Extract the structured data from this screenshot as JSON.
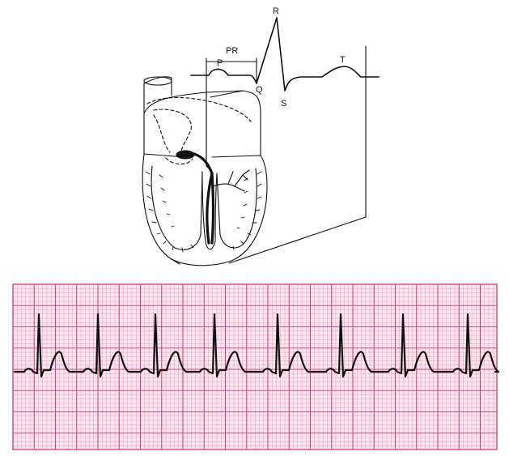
{
  "waveform_labels": {
    "p": "P",
    "pr": "PR",
    "q": "Q",
    "r": "R",
    "s": "S",
    "t": "T"
  },
  "ecg_strip": {
    "grid_color_major": "#d4487c",
    "grid_color_minor": "#ea9cbd",
    "background_color": "#fbe6ef",
    "trace_color": "#111111",
    "beat_count": 8
  },
  "colors": {
    "line": "#111111",
    "background": "#ffffff"
  }
}
